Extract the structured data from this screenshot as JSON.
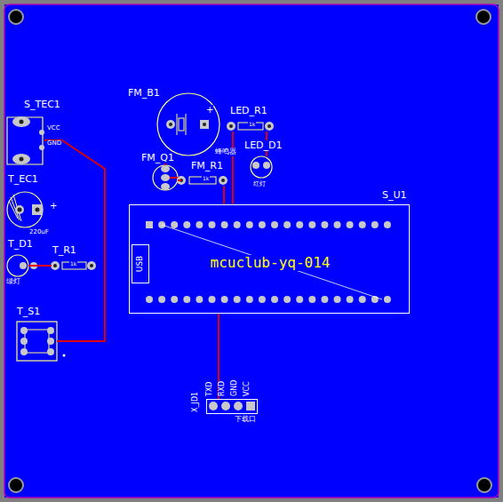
{
  "diagram": {
    "nodes": [
      {
        "text": [
          "S_TEC1",
          "VCC",
          "GND"
        ]
      },
      {
        "text": [
          "T_EC1",
          "220uF"
        ]
      },
      {
        "text": [
          "T_D1",
          "绿灯"
        ]
      },
      {
        "text": [
          "T_R1",
          "1k"
        ]
      },
      {
        "text": [
          "T_S1"
        ]
      },
      {
        "text": [
          "FM_B1",
          "蜂鸣器"
        ]
      },
      {
        "text": [
          "FM_Q1"
        ]
      },
      {
        "text": [
          "FM_R1",
          "1k"
        ]
      },
      {
        "text": [
          "LED_R1",
          "1k"
        ]
      },
      {
        "text": [
          "LED_D1",
          "红灯"
        ]
      },
      {
        "text": [
          "S_U1",
          "mcuclub-yq-014"
        ]
      },
      {
        "text": [
          "USB"
        ],
        "in": 10
      },
      {
        "text": [
          "X_JD1",
          "下载口"
        ]
      }
    ],
    "edges": [
      {
        "from": 0,
        "to": 4,
        "arrow": "none"
      },
      {
        "from": 2,
        "to": 3,
        "arrow": "none"
      },
      {
        "from": 5,
        "to": 6,
        "arrow": "none"
      },
      {
        "from": 6,
        "to": 7,
        "arrow": "none"
      },
      {
        "from": 7,
        "to": 10,
        "arrow": "none"
      },
      {
        "from": 8,
        "to": 9,
        "arrow": "none"
      },
      {
        "from": 8,
        "to": 10,
        "arrow": "none"
      },
      {
        "from": 12,
        "to": 10,
        "arrow": "none"
      }
    ],
    "labels": [
      "+",
      "+",
      "TXD",
      "RXD",
      "GND",
      "VCC"
    ]
  }
}
